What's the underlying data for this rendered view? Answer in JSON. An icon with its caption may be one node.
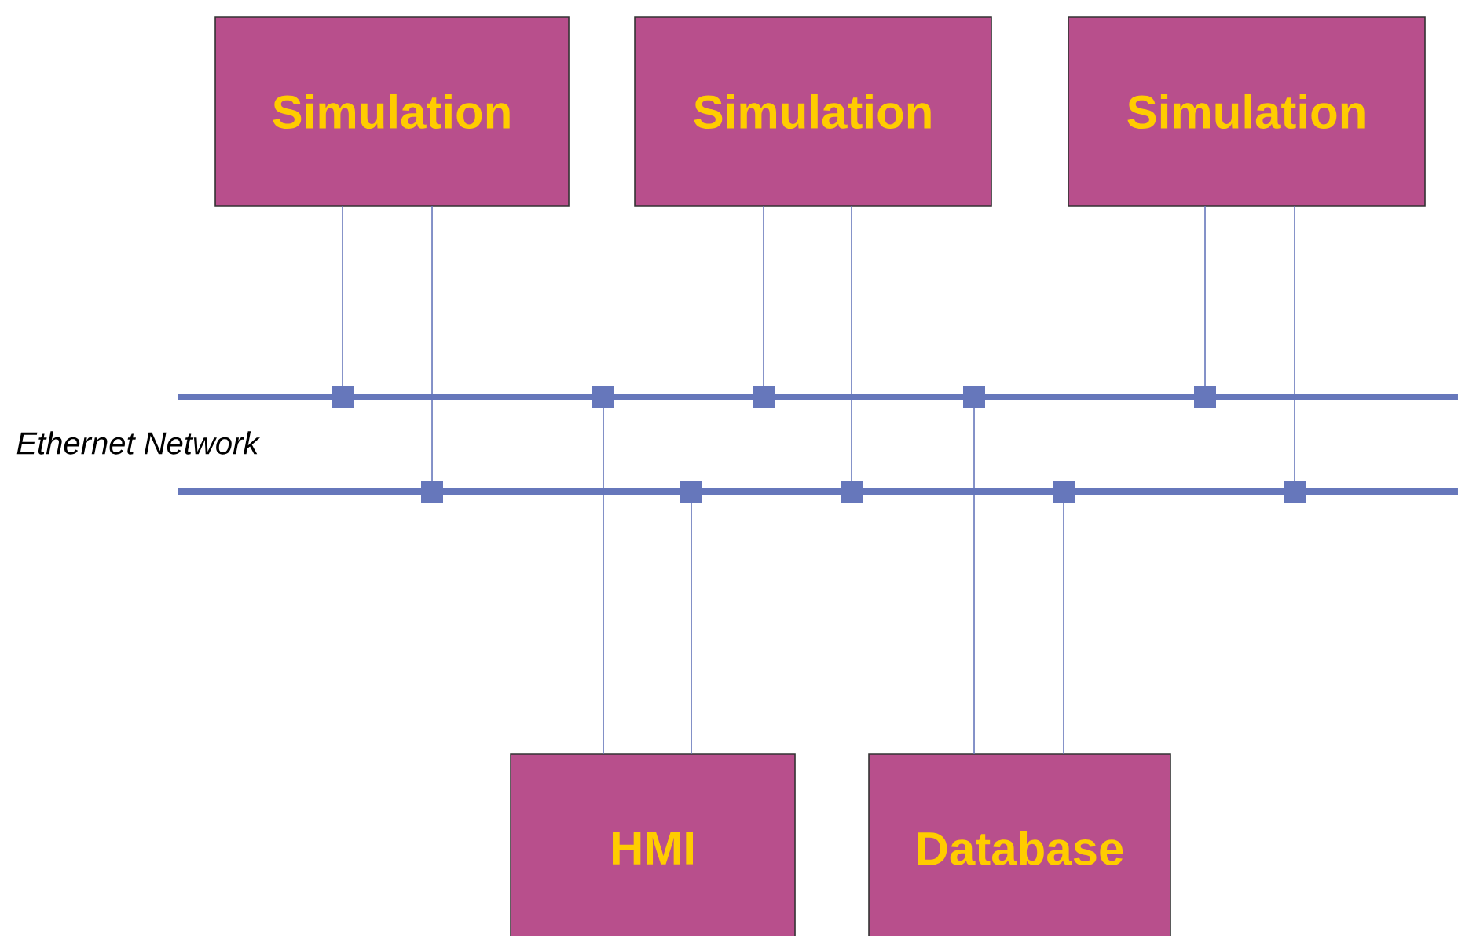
{
  "diagram": {
    "nodes": [
      {
        "text": [
          "Simulation"
        ]
      },
      {
        "text": [
          "Simulation"
        ]
      },
      {
        "text": [
          "Simulation"
        ]
      },
      {
        "text": [
          "HMI"
        ]
      },
      {
        "text": [
          "Database"
        ]
      },
      {
        "text": [],
        "shape": "bar"
      },
      {
        "text": [],
        "shape": "bar"
      }
    ],
    "edges": [
      {
        "from": 0,
        "to": 5,
        "arrow": "other"
      },
      {
        "from": 0,
        "to": 6,
        "arrow": "other"
      },
      {
        "from": 1,
        "to": 5,
        "arrow": "other"
      },
      {
        "from": 1,
        "to": 6,
        "arrow": "other"
      },
      {
        "from": 2,
        "to": 5,
        "arrow": "other"
      },
      {
        "from": 2,
        "to": 6,
        "arrow": "other"
      },
      {
        "from": 3,
        "to": 5,
        "arrow": "other"
      },
      {
        "from": 3,
        "to": 6,
        "arrow": "other"
      },
      {
        "from": 4,
        "to": 5,
        "arrow": "other"
      },
      {
        "from": 4,
        "to": 6,
        "arrow": "other"
      }
    ],
    "labels": [
      "Ethernet Network"
    ]
  }
}
